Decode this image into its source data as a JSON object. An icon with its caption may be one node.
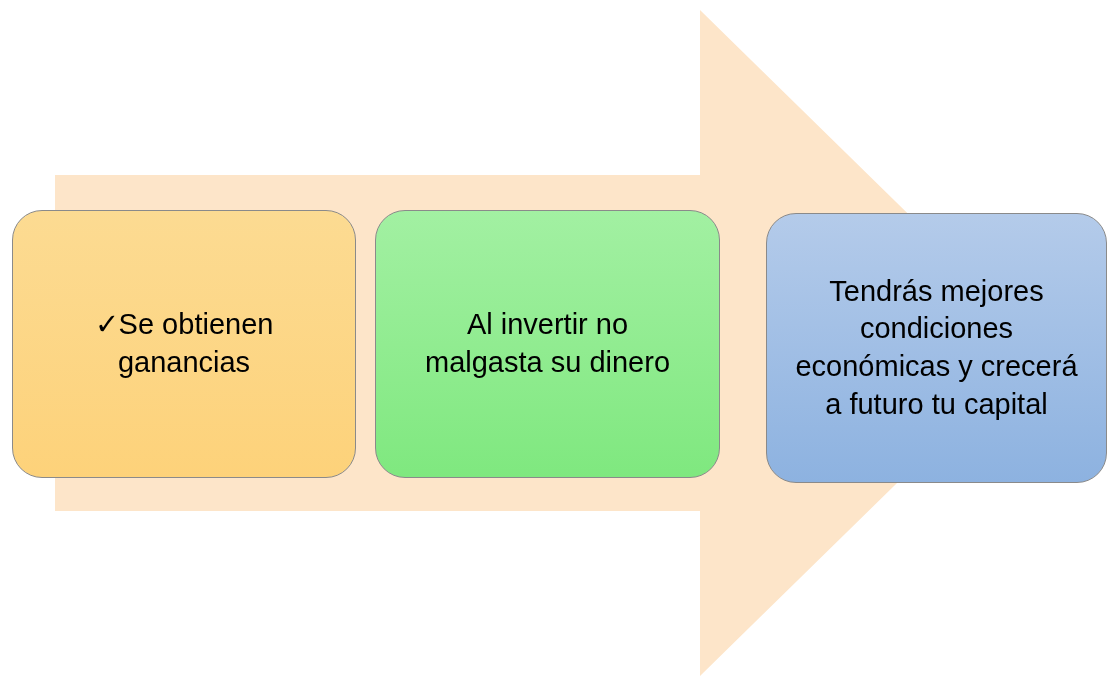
{
  "diagram": {
    "nodes": [
      {
        "text": [
          "✓Se obtienen ganancias"
        ]
      },
      {
        "text": [
          "Al invertir no malgasta su dinero"
        ]
      },
      {
        "text": [
          "Tendrás mejores condiciones económicas y crecerá a futuro tu capital"
        ]
      }
    ],
    "edges": [
      {
        "from": 0,
        "to": 2,
        "arrow": "to"
      }
    ]
  }
}
